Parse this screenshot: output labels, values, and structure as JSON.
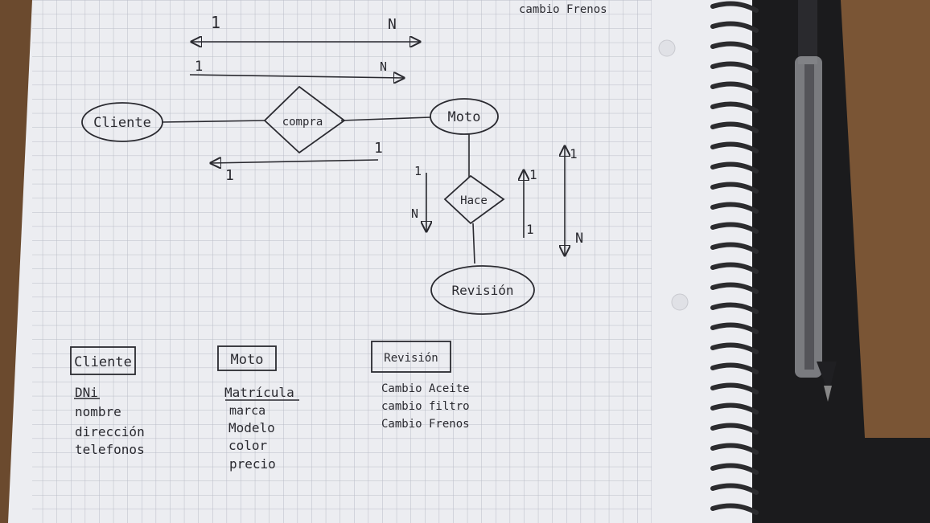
{
  "diagram": {
    "top_note": "cambio Frenos",
    "entities": {
      "cliente": "Cliente",
      "moto": "Moto",
      "revision": "Revisión"
    },
    "relationships": {
      "compra": "compra",
      "hace": "Hace"
    },
    "cardinality": {
      "arrow1_left": "1",
      "arrow1_right": "N",
      "arrow2_left": "1",
      "arrow2_right": "N",
      "arrow3_right": "1",
      "arrow3_left": "1",
      "v1_top": "1",
      "v1_bottom": "N",
      "v2_top": "1",
      "v2_bottom": "1",
      "v3_top": "1",
      "v3_bottom": "N"
    },
    "tables": {
      "cliente": {
        "title": "Cliente",
        "attributes": [
          "DNi",
          "nombre",
          "dirección",
          "telefonos"
        ]
      },
      "moto": {
        "title": "Moto",
        "attributes": [
          "Matrícula",
          "marca",
          "Modelo",
          "color",
          "precio"
        ]
      },
      "revision": {
        "title": "Revisión",
        "attributes": [
          "Cambio Aceite",
          "cambio filtro",
          "Cambio Frenos"
        ]
      }
    }
  },
  "colors": {
    "ink": "#2a2a30",
    "paper": "#ecedf1",
    "grid": "#b9bcc7",
    "desk": "#6b4a2e",
    "binder": "#1b1b1d",
    "spiral": "#2b2b2e"
  }
}
